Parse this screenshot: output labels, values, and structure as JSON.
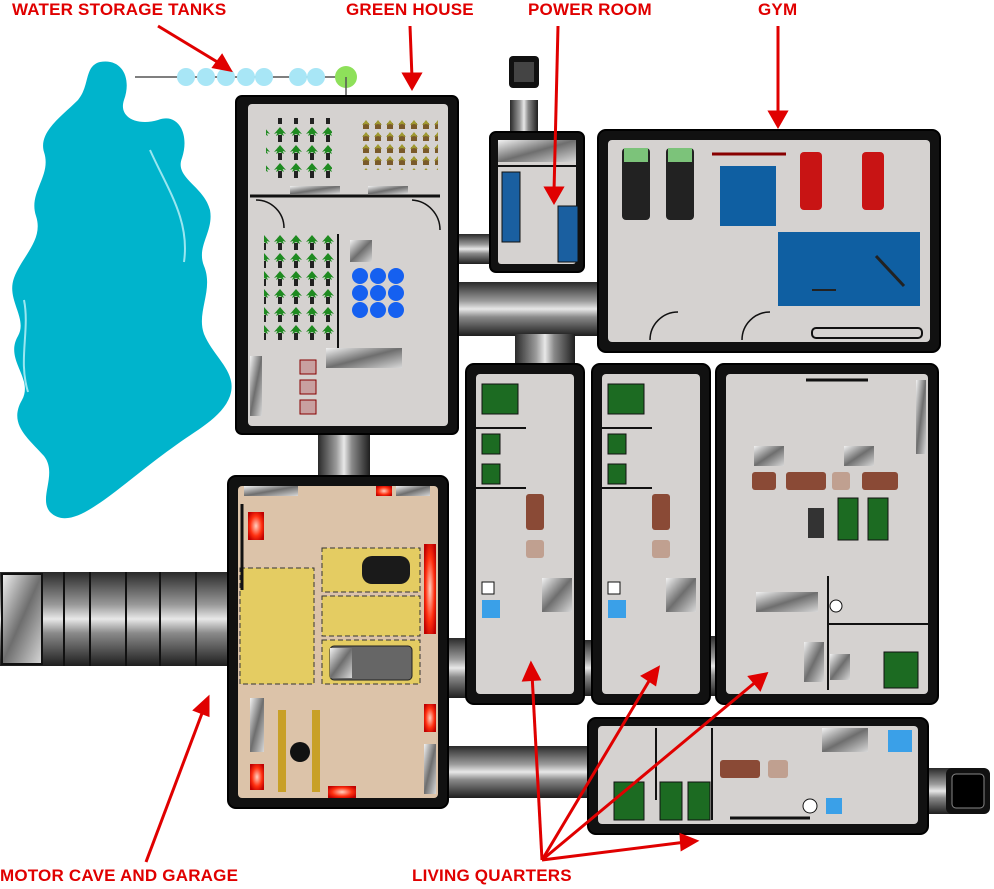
{
  "labels": {
    "water_storage_tanks": "WATER STORAGE TANKS",
    "green_house": "GREEN HOUSE",
    "power_room": "POWER ROOM",
    "gym": "GYM",
    "motor_cave_and_garage": "MOTOR CAVE AND GARAGE",
    "living_quarters": "LIVING QUARTERS"
  },
  "colors": {
    "label_red": "#e00000",
    "lake_cyan": "#00b4cc",
    "room_wall": "#111111",
    "room_floor": "#d5d2d0",
    "garage_floor": "#dcc3a9",
    "parking_yellow": "#e4cc62",
    "pool_blue": "#0f5fa2",
    "tank_blue": "#1560f0",
    "tank_light": "#a8e6f6",
    "plant_green": "#1e8a20",
    "bed_green": "#1c6b22",
    "sofa_brown": "#8a4a36"
  },
  "icons": {
    "tanks": "water-tank-icon",
    "plants": "palm-plant-icon",
    "beds": "bed-icon",
    "cars": "car-icon",
    "sofas": "sofa-icon",
    "toilets": "toilet-icon"
  }
}
